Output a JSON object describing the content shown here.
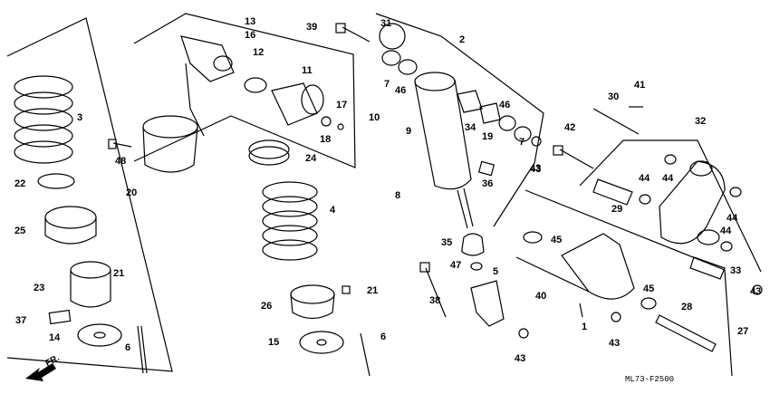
{
  "diagram": {
    "code": "ML73-F2500",
    "direction": "FR.",
    "callouts": [
      "1",
      "2",
      "3",
      "4",
      "5",
      "6",
      "6",
      "7",
      "7",
      "8",
      "9",
      "10",
      "11",
      "12",
      "13",
      "14",
      "15",
      "16",
      "17",
      "18",
      "19",
      "20",
      "21",
      "21",
      "22",
      "23",
      "24",
      "25",
      "26",
      "27",
      "28",
      "29",
      "30",
      "31",
      "32",
      "33",
      "34",
      "35",
      "36",
      "37",
      "38",
      "39",
      "40",
      "41",
      "42",
      "43",
      "43",
      "43",
      "43",
      "43",
      "44",
      "44",
      "44",
      "44",
      "45",
      "45",
      "46",
      "46",
      "47",
      "48"
    ]
  }
}
